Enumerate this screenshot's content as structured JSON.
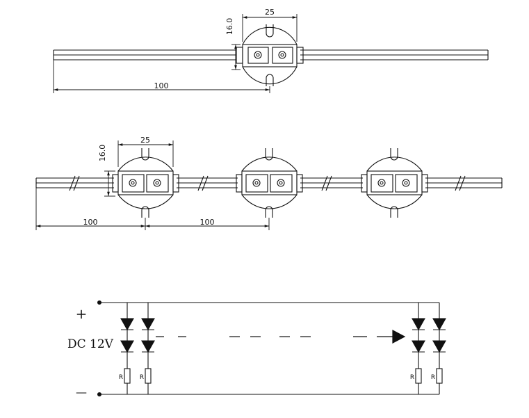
{
  "top_view": {
    "width_dim": "25",
    "height_dim": "16.0",
    "spacing_dim": "100"
  },
  "chain_view": {
    "width_dim": "25",
    "height_dim": "16.0",
    "spacing_dim_1": "100",
    "spacing_dim_2": "100"
  },
  "circuit": {
    "plus_label": "+",
    "minus_label": "—",
    "supply_label": "DC 12V",
    "resistor_label": "R"
  }
}
